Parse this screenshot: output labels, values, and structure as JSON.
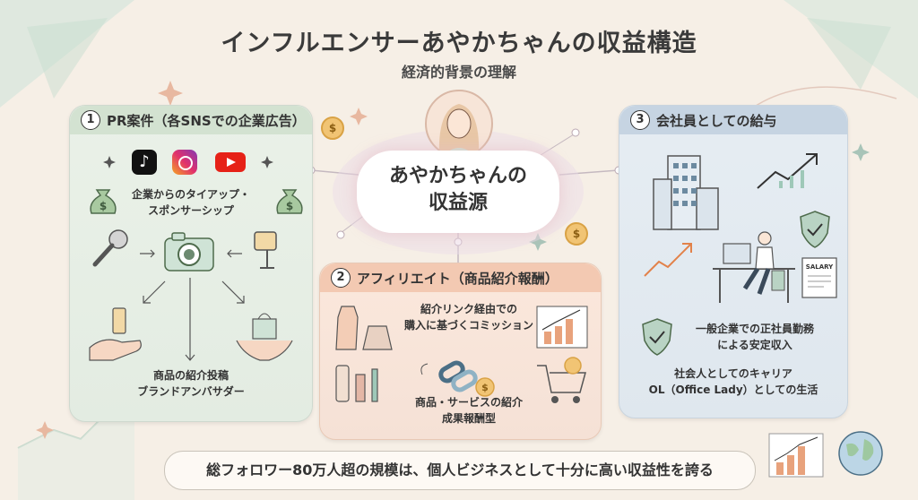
{
  "header": {
    "title": "インフルエンサーあやかちゃんの収益構造",
    "subtitle": "経済的背景の理解"
  },
  "center": {
    "line1": "あやかちゃんの",
    "line2": "収益源"
  },
  "panel1": {
    "number": "1",
    "title": "PR案件（各SNSでの企業広告）",
    "text_tieup_1": "企業からのタイアップ・",
    "text_tieup_2": "スポンサーシップ",
    "text_post_1": "商品の紹介投稿",
    "text_post_2": "ブランドアンバサダー",
    "icons": [
      "tiktok-icon",
      "instagram-icon",
      "youtube-icon"
    ]
  },
  "panel2": {
    "number": "2",
    "title": "アフィリエイト（商品紹介報酬）",
    "text_link_1": "紹介リンク経由での",
    "text_link_2": "購入に基づくコミッション",
    "text_service_1": "商品・サービスの紹介",
    "text_service_2": "成果報酬型"
  },
  "panel3": {
    "number": "3",
    "title": "会社員としての給与",
    "salary_label": "SALARY",
    "text_job_1": "一般企業での正社員勤務",
    "text_job_2": "による安定収入",
    "text_career_1": "社会人としてのキャリア",
    "text_career_2": "OL（Office Lady）としての生活"
  },
  "coin_symbol": "$",
  "banner": {
    "text": "総フォロワー80万人超の規模は、個人ビジネスとして十分に高い収益性を誇る"
  },
  "colors": {
    "background": "#f6efe6",
    "panel1": "#e3ece2",
    "panel2": "#f5e1d6",
    "panel3": "#dfe7ee",
    "accent_orange": "#e2824a",
    "accent_green": "#8fb59a"
  }
}
